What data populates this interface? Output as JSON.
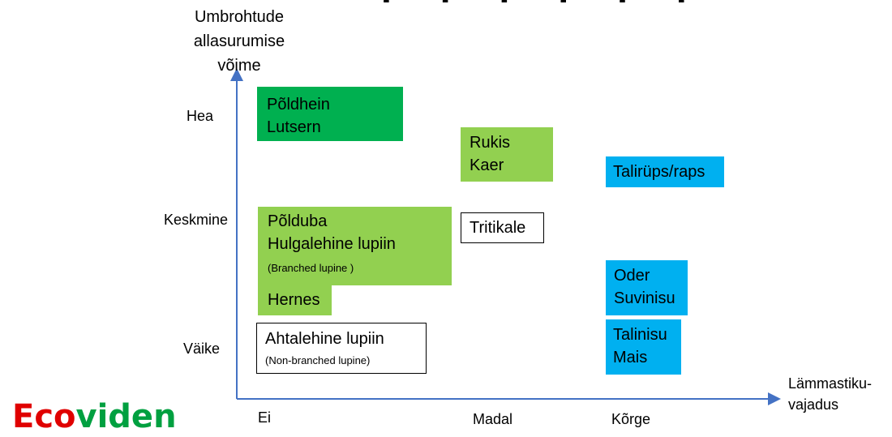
{
  "y_axis": {
    "label_lines": [
      "Umbrohtude",
      "allasurumise",
      "võime"
    ]
  },
  "x_axis": {
    "label_lines": [
      "Lämmastiku-",
      "vajadus"
    ]
  },
  "y_ticks": {
    "high": "Hea",
    "medium": "Keskmine",
    "low": "Väike"
  },
  "x_ticks": {
    "none": "Ei",
    "low": "Madal",
    "high": "Kõrge"
  },
  "boxes": {
    "poldhein": {
      "lines": [
        "Põldhein",
        "Lutsern"
      ]
    },
    "rukis": {
      "lines": [
        "Rukis",
        "Kaer"
      ]
    },
    "talirups": {
      "lines": [
        "Talirüps/raps"
      ]
    },
    "polduba": {
      "lines": [
        "Põlduba",
        "Hulgalehine lupiin"
      ],
      "note": "(Branched lupine )"
    },
    "hernes": {
      "lines": [
        "Hernes"
      ]
    },
    "tritikale": {
      "lines": [
        "Tritikale"
      ]
    },
    "oder": {
      "lines": [
        "Oder",
        "Suvinisu"
      ]
    },
    "ahtalehine": {
      "lines": [
        "Ahtalehine lupiin"
      ],
      "note": "(Non-branched lupine)"
    },
    "talinisu": {
      "lines": [
        "Talinisu",
        "Mais"
      ]
    }
  },
  "logo": {
    "part1": "Eco",
    "part2": "viden",
    "color1": "#e00000",
    "color2": "#00a040"
  },
  "colors": {
    "axis": "#4472c4",
    "dark_green": "#00b050",
    "light_green": "#92d050",
    "blue": "#00b0f0"
  }
}
